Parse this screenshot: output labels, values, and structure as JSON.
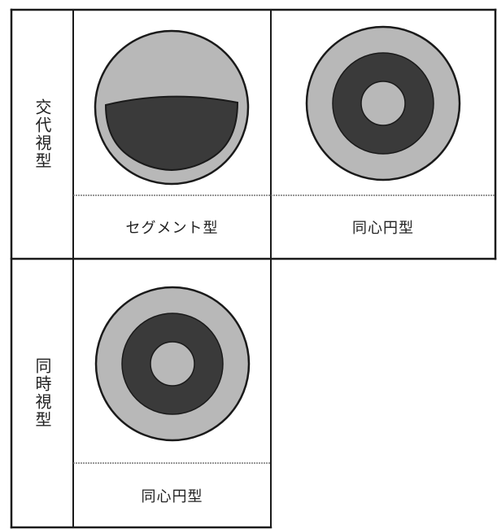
{
  "rows": [
    {
      "label": "交代視型",
      "lenses": [
        {
          "design": "segment",
          "caption": "セグメント型"
        },
        {
          "design": "concentric",
          "caption": "同心円型"
        }
      ]
    },
    {
      "label": "同時視型",
      "lenses": [
        {
          "design": "concentric",
          "caption": "同心円型"
        }
      ]
    }
  ],
  "colors": {
    "light_zone": "#b8b8b8",
    "dark_zone": "#3a3a3a",
    "outline": "#1a1a1a",
    "grid_line": "#1a1a1a",
    "caption_divider": "#777777"
  }
}
